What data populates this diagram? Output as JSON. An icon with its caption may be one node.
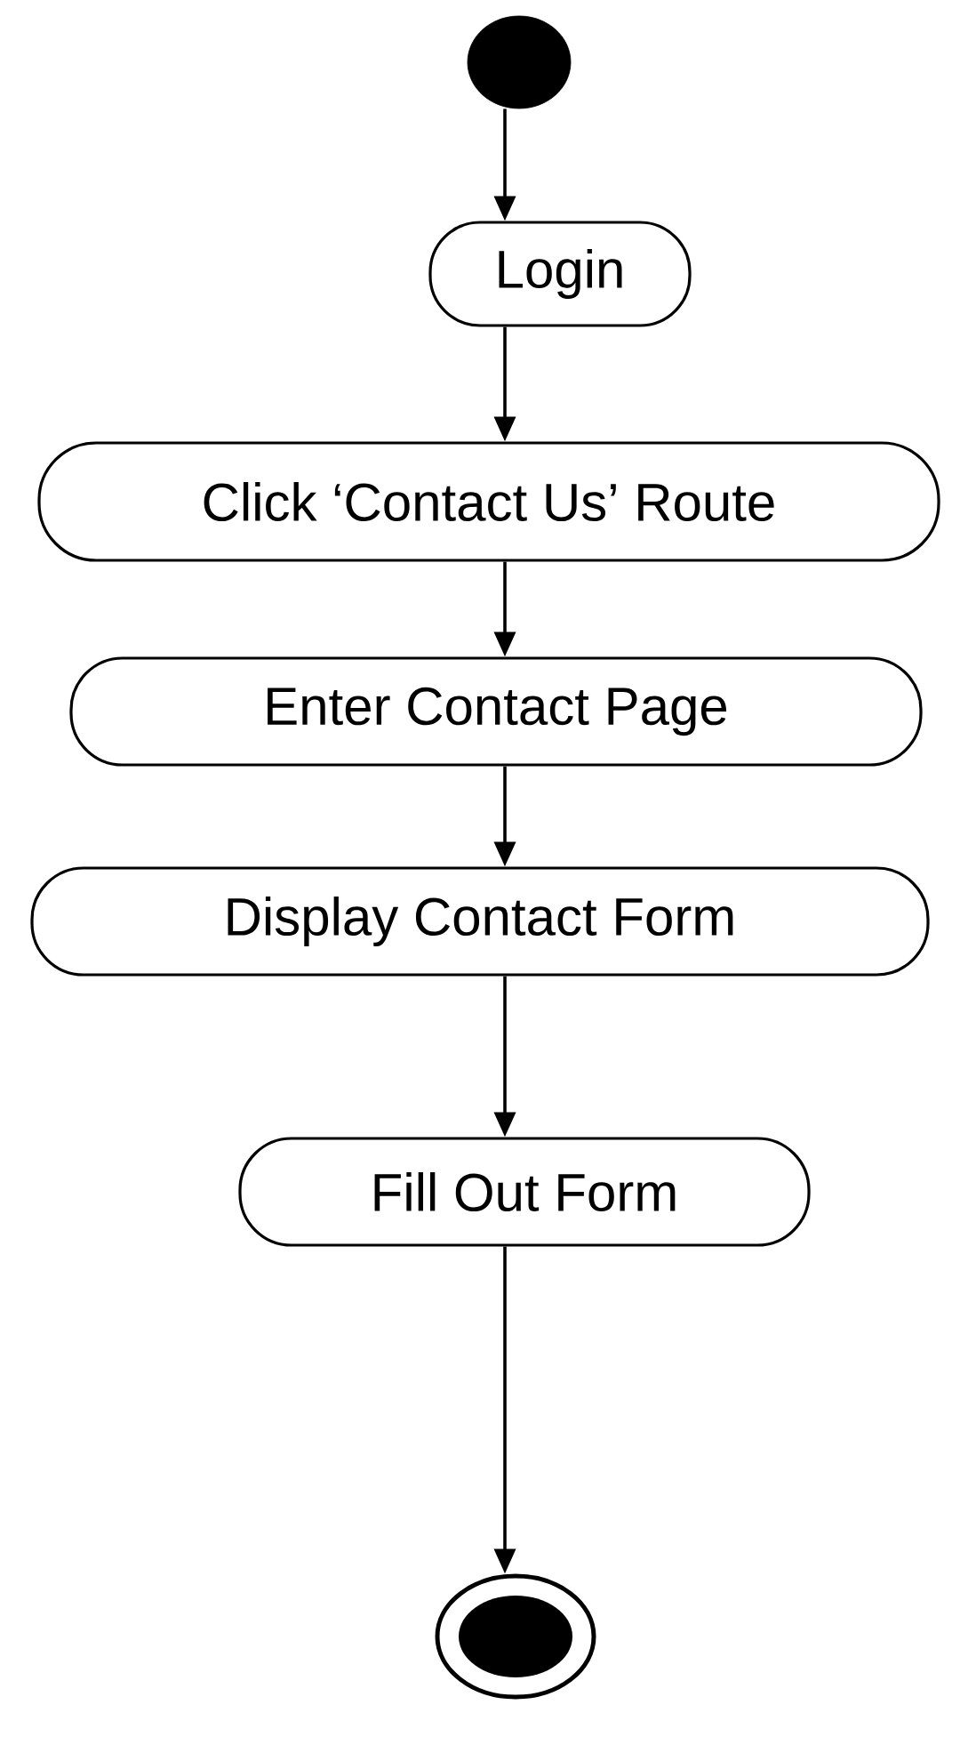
{
  "diagram": {
    "nodes": [
      {
        "text": [],
        "shape": "circle"
      },
      {
        "text": [
          "Login"
        ]
      },
      {
        "text": [
          "Click ‘Contact Us’ Route"
        ]
      },
      {
        "text": [
          "Enter Contact Page"
        ]
      },
      {
        "text": [
          "Display Contact Form"
        ]
      },
      {
        "text": [
          "Fill Out Form"
        ]
      },
      {
        "text": [],
        "shape": "bullseye"
      }
    ],
    "edges": [
      {
        "from": 0,
        "to": 1,
        "arrow": "to"
      },
      {
        "from": 1,
        "to": 2,
        "arrow": "to"
      },
      {
        "from": 2,
        "to": 3,
        "arrow": "to"
      },
      {
        "from": 3,
        "to": 4,
        "arrow": "to"
      },
      {
        "from": 4,
        "to": 5,
        "arrow": "to"
      },
      {
        "from": 5,
        "to": 6,
        "arrow": "to"
      }
    ]
  }
}
